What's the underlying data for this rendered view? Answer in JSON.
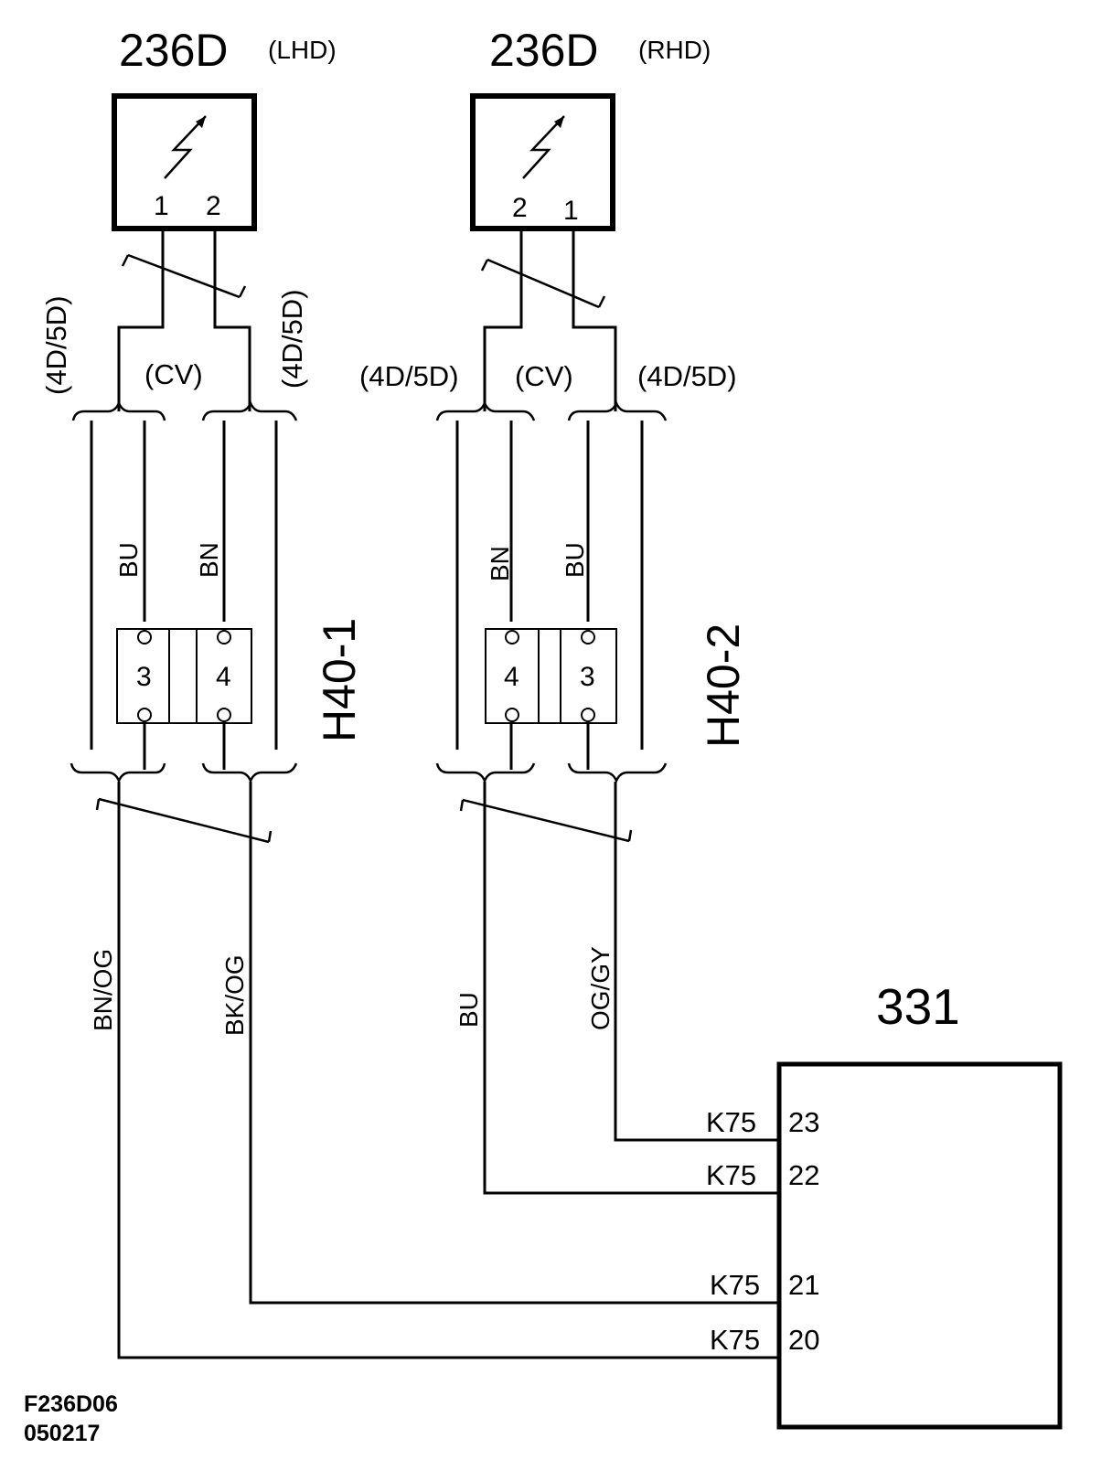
{
  "diagram_id": "F236D06",
  "diagram_date": "050217",
  "components": {
    "lhd": {
      "number": "236D",
      "side": "(LHD)",
      "pin_left": "1",
      "pin_right": "2"
    },
    "rhd": {
      "number": "236D",
      "side": "(RHD)",
      "pin_left": "2",
      "pin_right": "1"
    },
    "ecu": {
      "number": "331"
    }
  },
  "variant_labels": {
    "lhd_left": "(4D/5D)",
    "lhd_mid": "(CV)",
    "lhd_right": "(4D/5D)",
    "rhd_left": "(4D/5D)",
    "rhd_mid": "(CV)",
    "rhd_right": "(4D/5D)"
  },
  "connectors": {
    "h40_1": {
      "name": "H40-1",
      "pins": [
        "3",
        "4"
      ]
    },
    "h40_2": {
      "name": "H40-2",
      "pins": [
        "4",
        "3"
      ]
    }
  },
  "wire_colors": {
    "upper_lhd": [
      "BU",
      "BN"
    ],
    "upper_rhd": [
      "BN",
      "BU"
    ],
    "lower_lhd": [
      "BN/OG",
      "BK/OG"
    ],
    "lower_rhd": [
      "BU",
      "OG/GY"
    ]
  },
  "ecu_pins": [
    {
      "connector": "K75",
      "pin": "23"
    },
    {
      "connector": "K75",
      "pin": "22"
    },
    {
      "connector": "K75",
      "pin": "21"
    },
    {
      "connector": "K75",
      "pin": "20"
    }
  ]
}
